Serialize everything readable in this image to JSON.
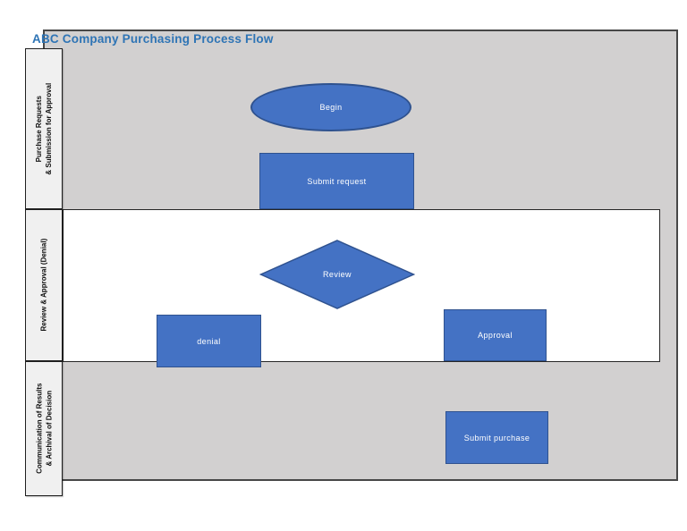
{
  "title": "ABC Company Purchasing Process Flow",
  "lanes": [
    {
      "label": "Purchase Requests\n& Submission for Approval"
    },
    {
      "label": "Review & Approval (Denial)"
    },
    {
      "label": "Communication of Results\n& Archival of Decision"
    }
  ],
  "nodes": {
    "begin": "Begin",
    "submit_request": "Submit request",
    "review": "Review",
    "denial": "denial",
    "approval": "Approval",
    "submit_purchase": "Submit purchase"
  },
  "colors": {
    "title-color": "#2E74B5",
    "panel-bg": "#D2D0D0",
    "panel-border": "#474747",
    "lane-label-bg": "#F0F0F0",
    "lane-label-border": "#1F1F1F",
    "band-bg": "#FFFFFF",
    "band-border": "#262626",
    "shape-fill": "#4472C4",
    "shape-stroke": "#2F528F",
    "shape-text": "#FFFFFF"
  }
}
